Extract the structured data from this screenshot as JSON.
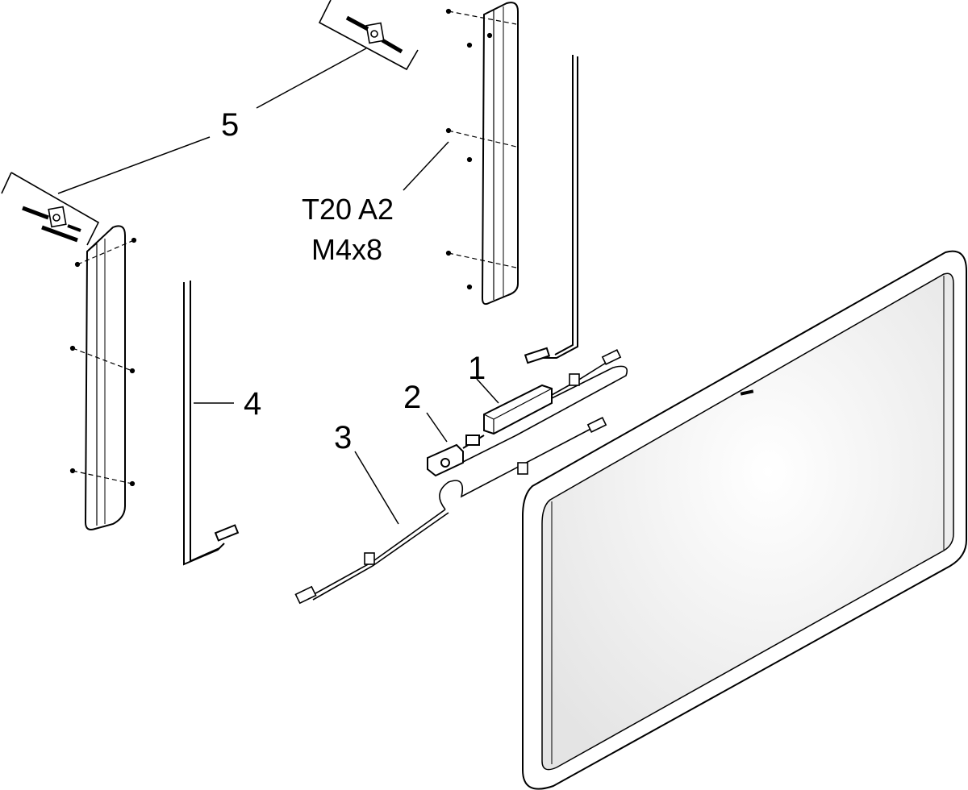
{
  "callouts": {
    "c1": "1",
    "c2": "2",
    "c3": "3",
    "c4": "4",
    "c5": "5"
  },
  "screw_spec": {
    "line1": "T20 A2",
    "line2": "M4x8"
  },
  "colors": {
    "line": "#000000",
    "panel_fill": "#ffffff",
    "shade": "#e6e6e6"
  }
}
